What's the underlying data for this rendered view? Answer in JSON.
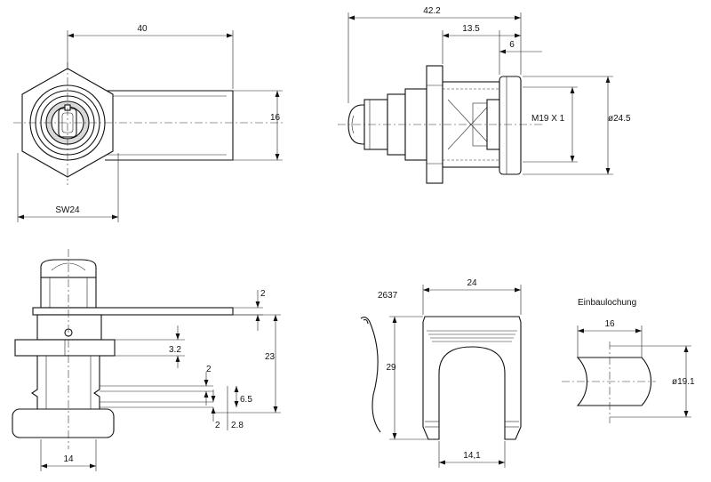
{
  "front_view": {
    "dim_width": "40",
    "dim_height": "16",
    "dim_across_flats": "SW24"
  },
  "side_view": {
    "dim_overall": "42.2",
    "dim_mid": "13.5",
    "dim_small": "6",
    "dim_thread": "M19 X 1",
    "dim_diameter": "ø24.5"
  },
  "section_view": {
    "dim_cam_thickness": "2",
    "dim_nut_offset": "3.2",
    "dim_height": "23",
    "dim_step_top": "2",
    "dim_step": "6.5",
    "dim_step_bottom": "2",
    "dim_step_offset": "2.8",
    "dim_base_width": "14"
  },
  "clip_view": {
    "part_number": "2637",
    "dim_width": "24",
    "dim_height": "29",
    "dim_slot": "14,1"
  },
  "cutout_view": {
    "title": "Einbaulochung",
    "dim_flat": "16",
    "dim_diameter": "ø19.1"
  }
}
